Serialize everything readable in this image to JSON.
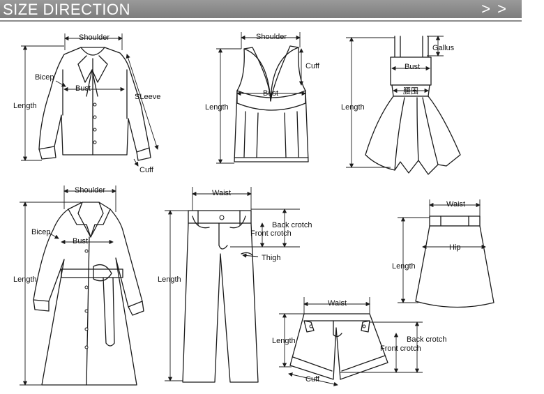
{
  "header": {
    "title": "SIZE DIRECTION",
    "arrows": "> >"
  },
  "labels": {
    "shirt_shoulder": "Shoulder",
    "shirt_bicep": "Bicep",
    "shirt_bust": "Bust",
    "shirt_sleeve": "SLeeve",
    "shirt_length": "Length",
    "shirt_cuff": "Cuff",
    "tank_shoulder": "Shoulder",
    "tank_cuff": "Cuff",
    "tank_bust": "Bust",
    "tank_length": "Length",
    "dress_gallus": "Gallus",
    "dress_bust": "Bust",
    "dress_waist_cn": "腰围",
    "dress_length": "Length",
    "coat_shoulder": "Shoulder",
    "coat_bicep": "Bicep",
    "coat_bust": "Bust",
    "coat_length": "Length",
    "pants_waist": "Waist",
    "pants_back_crotch": "Back crotch",
    "pants_front_crotch": "Front crotch",
    "pants_thigh": "Thigh",
    "pants_length": "Length",
    "skirt_waist": "Waist",
    "skirt_hip": "Hip",
    "skirt_length": "Length",
    "shorts_waist": "Waist",
    "shorts_length": "Length",
    "shorts_back_crotch": "Back crotch",
    "shorts_front_crotch": "Front crotch",
    "shorts_cuff": "Cuff"
  }
}
